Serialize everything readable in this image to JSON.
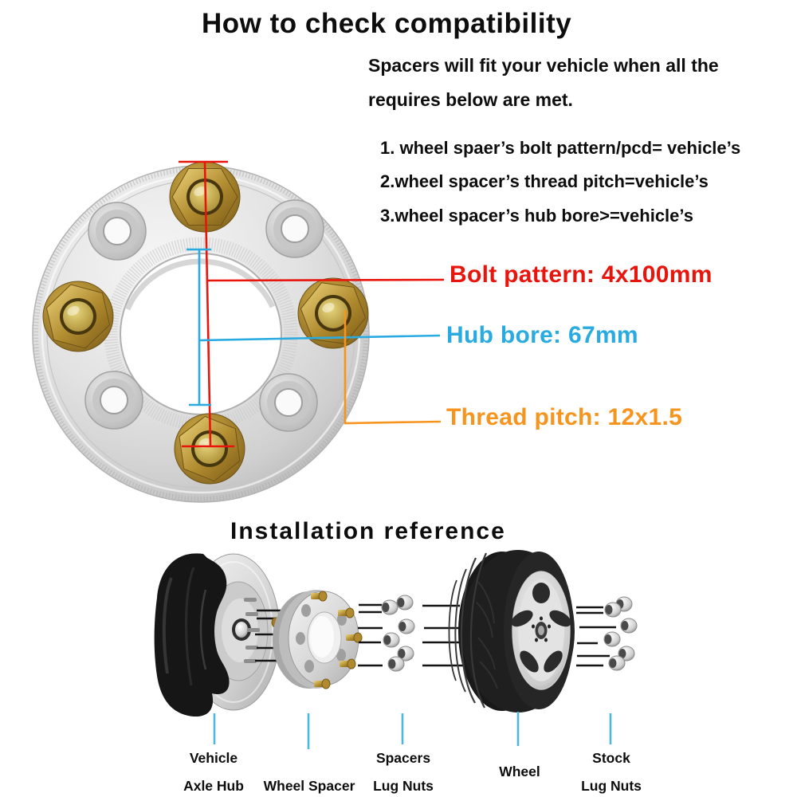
{
  "colors": {
    "red": "#e8150d",
    "cyan": "#29abe2",
    "orange": "#f7941d",
    "leader": "#4db9da"
  },
  "header": {
    "title": "How to check compatibility"
  },
  "intro": {
    "line1": "Spacers will fit your vehicle when all the",
    "line2": "requires below are met."
  },
  "requirements": {
    "item1": "1. wheel spaer’s bolt pattern/pcd= vehicle’s",
    "item2": "2.wheel spacer’s thread pitch=vehicle’s",
    "item3": "3.wheel spacer’s hub bore>=vehicle’s"
  },
  "callouts": {
    "bolt_pattern": {
      "text": "Bolt pattern: 4x100mm",
      "color": "#e8150d"
    },
    "hub_bore": {
      "text": "Hub bore: 67mm",
      "color": "#29abe2"
    },
    "thread_pitch": {
      "text": "Thread pitch: 12x1.5",
      "color": "#f7941d"
    }
  },
  "installation": {
    "title": "Installation reference",
    "labels": {
      "axle_hub": {
        "line1": "Vehicle",
        "line2": "Axle Hub"
      },
      "wheel_spacer": {
        "line1": "Wheel Spacer"
      },
      "spacer_nuts": {
        "line1": "Spacers",
        "line2": "Lug Nuts"
      },
      "wheel": {
        "line1": "Wheel"
      },
      "stock_nuts": {
        "line1": "Stock",
        "line2": "Lug Nuts"
      }
    }
  }
}
